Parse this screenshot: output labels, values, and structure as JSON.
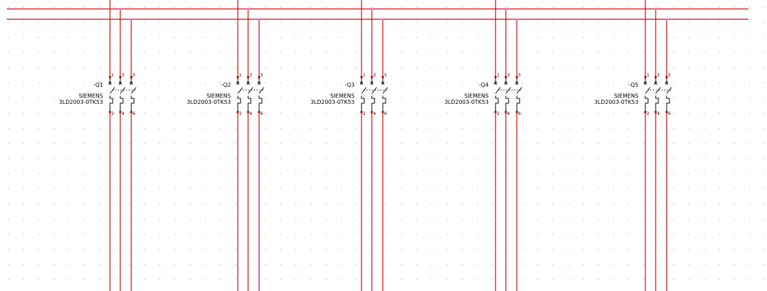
{
  "colors": {
    "wire": "#d40000",
    "node": "#ff66ff",
    "grid_dot": "#9a9a9a",
    "symbol": "#000000"
  },
  "breakers": [
    {
      "tag": "-Q1",
      "maker": "SIEMENS",
      "part": "3LD2003-0TK53",
      "top_pins": [
        "1",
        "3",
        "5"
      ],
      "bottom_pins": [
        "2",
        "4",
        "6"
      ]
    },
    {
      "tag": "-Q2",
      "maker": "SIEMENS",
      "part": "3LD2003-0TK53",
      "top_pins": [
        "1",
        "3",
        "5"
      ],
      "bottom_pins": [
        "2",
        "4",
        "6"
      ]
    },
    {
      "tag": "-Q3",
      "maker": "SIEMENS",
      "part": "3LD2003-0TK53",
      "top_pins": [
        "1",
        "3",
        "5"
      ],
      "bottom_pins": [
        "2",
        "4",
        "6"
      ]
    },
    {
      "tag": "-Q4",
      "maker": "SIEMENS",
      "part": "3LD2003-0TK53",
      "top_pins": [
        "1",
        "3",
        "5"
      ],
      "bottom_pins": [
        "2",
        "4",
        "6"
      ]
    },
    {
      "tag": "-Q5",
      "maker": "SIEMENS",
      "part": "3LD2003-0TK53",
      "top_pins": [
        "1",
        "3",
        "5"
      ],
      "bottom_pins": [
        "2",
        "4",
        "6"
      ]
    }
  ]
}
